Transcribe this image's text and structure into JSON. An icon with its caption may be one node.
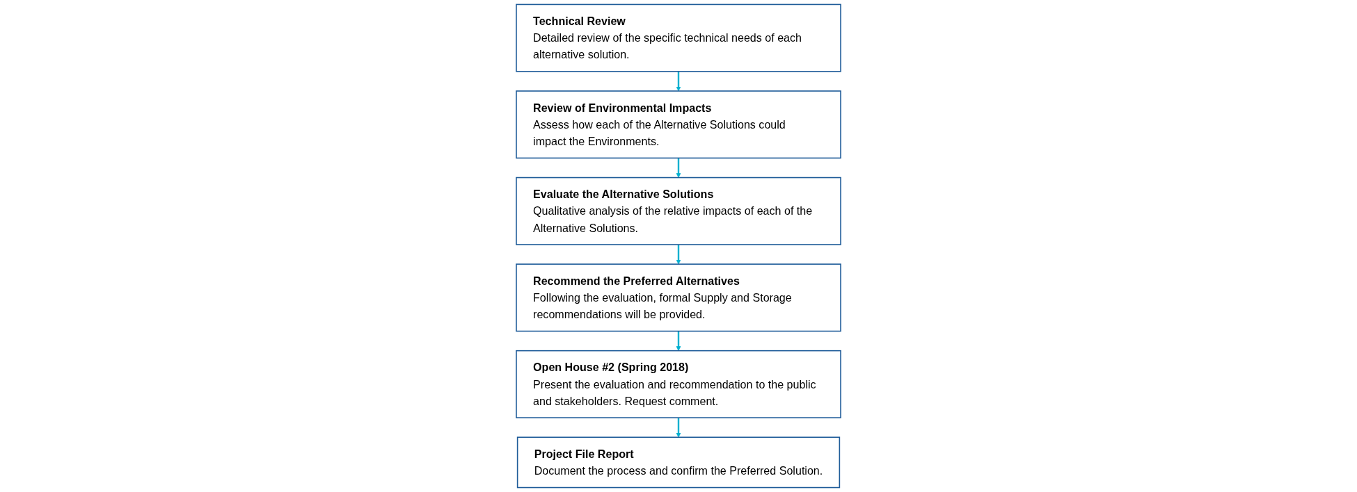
{
  "diagram": {
    "nodes": [
      {
        "text": [
          "Technical Review",
          "Detailed review of the specific technical needs of each alternative solution."
        ]
      },
      {
        "text": [
          "Review of Environmental Impacts",
          "Assess how each of the Alternative Solutions could impact the Environments."
        ]
      },
      {
        "text": [
          "Evaluate the Alternative Solutions",
          "Qualitative analysis of the relative impacts of each of the Alternative Solutions."
        ]
      },
      {
        "text": [
          "Recommend the Preferred Alternatives",
          "Following the evaluation, formal Supply and Storage recommendations will be provided."
        ]
      },
      {
        "text": [
          "Open House #2 (Spring 2018)",
          "Present the evaluation and recommendation to the public and stakeholders. Request comment."
        ]
      },
      {
        "text": [
          "Project File Report",
          "Document the process and confirm the Preferred Solution."
        ]
      }
    ],
    "edges": [
      {
        "from": 0,
        "to": 1,
        "arrow": "to"
      },
      {
        "from": 1,
        "to": 2,
        "arrow": "to"
      },
      {
        "from": 2,
        "to": 3,
        "arrow": "to"
      },
      {
        "from": 3,
        "to": 4,
        "arrow": "to"
      },
      {
        "from": 4,
        "to": 5,
        "arrow": "to"
      }
    ]
  }
}
